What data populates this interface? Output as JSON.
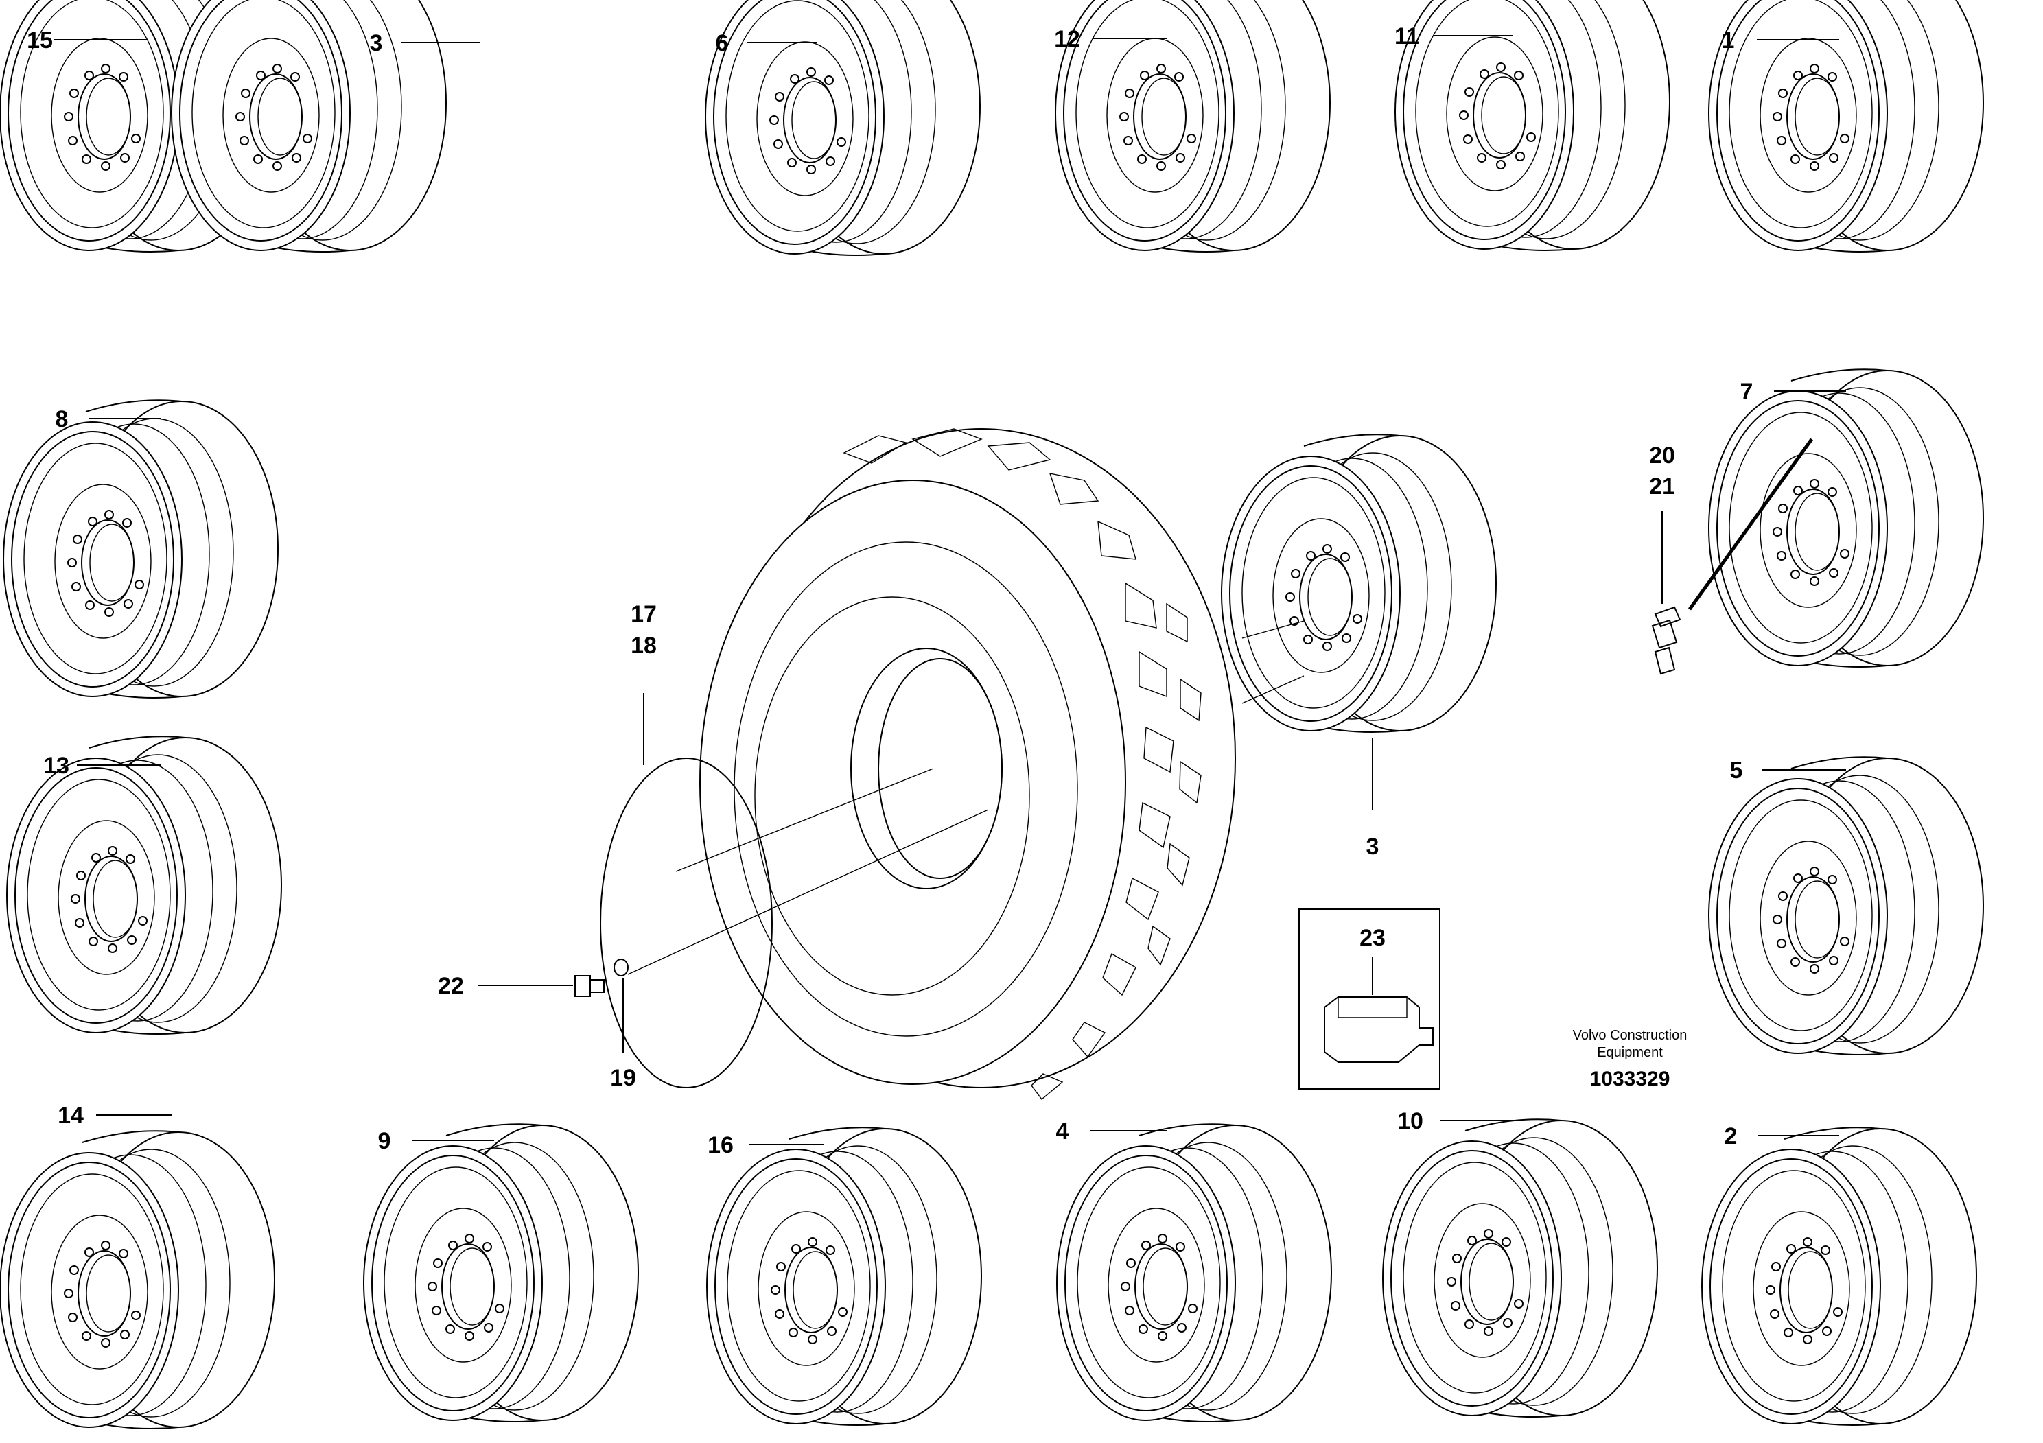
{
  "diagram": {
    "wheels": [
      {
        "id": "15"
      },
      {
        "id": "3"
      },
      {
        "id": "6"
      },
      {
        "id": "12"
      },
      {
        "id": "11"
      },
      {
        "id": "1"
      },
      {
        "id": "8"
      },
      {
        "id": "7"
      },
      {
        "id": "13"
      },
      {
        "id": "5"
      },
      {
        "id": "14"
      },
      {
        "id": "9"
      },
      {
        "id": "16"
      },
      {
        "id": "4"
      },
      {
        "id": "10"
      },
      {
        "id": "2"
      }
    ],
    "center": {
      "rim_label": "3",
      "seal_label_a": "17",
      "seal_label_b": "18",
      "screw_label": "22",
      "washer_label": "19",
      "valve_label_a": "20",
      "valve_label_b": "21",
      "box_label": "23"
    },
    "footer": {
      "brand_line1": "Volvo Construction",
      "brand_line2": "Equipment",
      "ref_number": "1033329"
    }
  }
}
